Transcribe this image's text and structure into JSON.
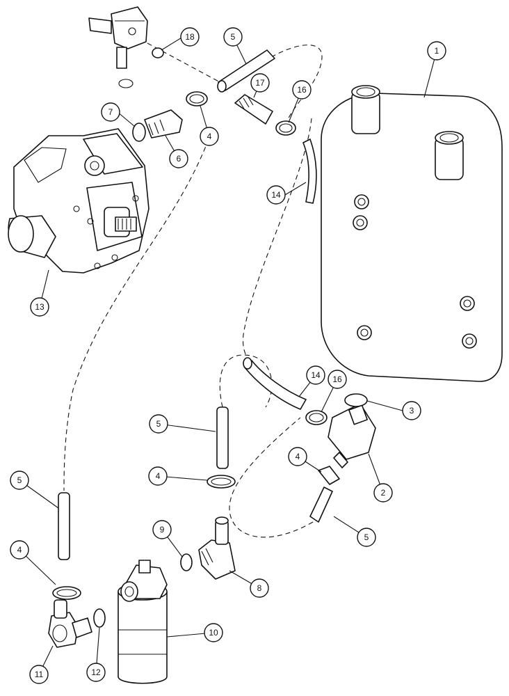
{
  "callouts": [
    {
      "id": "c1",
      "label": "1"
    },
    {
      "id": "c2",
      "label": "2"
    },
    {
      "id": "c3",
      "label": "3"
    },
    {
      "id": "c4a",
      "label": "4"
    },
    {
      "id": "c4b",
      "label": "4"
    },
    {
      "id": "c4c",
      "label": "4"
    },
    {
      "id": "c4d",
      "label": "4"
    },
    {
      "id": "c5a",
      "label": "5"
    },
    {
      "id": "c5b",
      "label": "5"
    },
    {
      "id": "c5c",
      "label": "5"
    },
    {
      "id": "c5d",
      "label": "5"
    },
    {
      "id": "c6",
      "label": "6"
    },
    {
      "id": "c7",
      "label": "7"
    },
    {
      "id": "c8",
      "label": "8"
    },
    {
      "id": "c9",
      "label": "9"
    },
    {
      "id": "c10",
      "label": "10"
    },
    {
      "id": "c11",
      "label": "11"
    },
    {
      "id": "c12",
      "label": "12"
    },
    {
      "id": "c13",
      "label": "13"
    },
    {
      "id": "c14a",
      "label": "14"
    },
    {
      "id": "c14b",
      "label": "14"
    },
    {
      "id": "c16a",
      "label": "16"
    },
    {
      "id": "c16b",
      "label": "16"
    },
    {
      "id": "c17",
      "label": "17"
    },
    {
      "id": "c18",
      "label": "18"
    }
  ]
}
